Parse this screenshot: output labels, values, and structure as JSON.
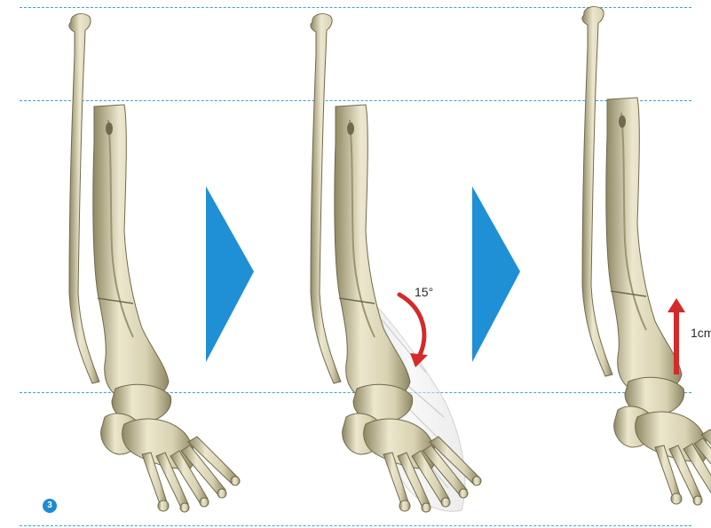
{
  "annotations": {
    "rotation_label": "15°",
    "lift_label": "1cm"
  },
  "figure_number": "3",
  "colors": {
    "bone_light": "#ece7cd",
    "bone_mid": "#cbc5a3",
    "bone_dark": "#8e8763",
    "guide_line": "#3aa2d6",
    "step_arrow": "#1f8fd6",
    "annotation_arrow": "#d42a2a",
    "badge": "#1d8ad2",
    "ghost_foot": "#d9d9d9"
  },
  "icons": {
    "step_arrow": "right-triangle-arrow",
    "rotation": "curved-arrow-icon",
    "lift": "up-arrow-icon"
  }
}
